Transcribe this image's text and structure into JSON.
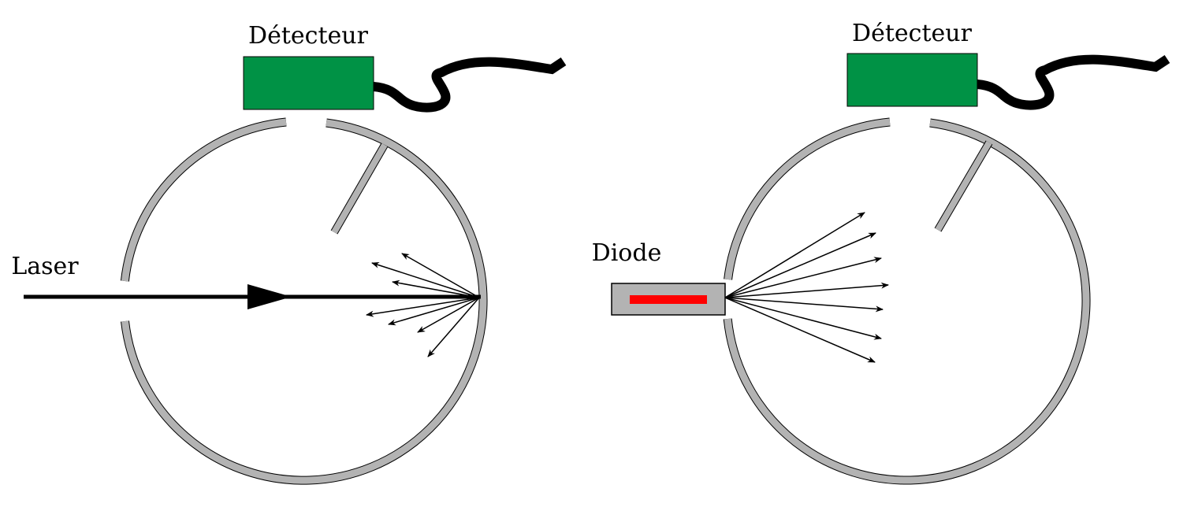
{
  "left_setup": {
    "detector_label": "Détecteur",
    "source_label": "Laser"
  },
  "right_setup": {
    "detector_label": "Détecteur",
    "source_label": "Diode"
  },
  "colors": {
    "detector": "#009245",
    "sphere": "#b3b3b3",
    "diode_emitter": "#ff0000",
    "beam": "#000000"
  }
}
